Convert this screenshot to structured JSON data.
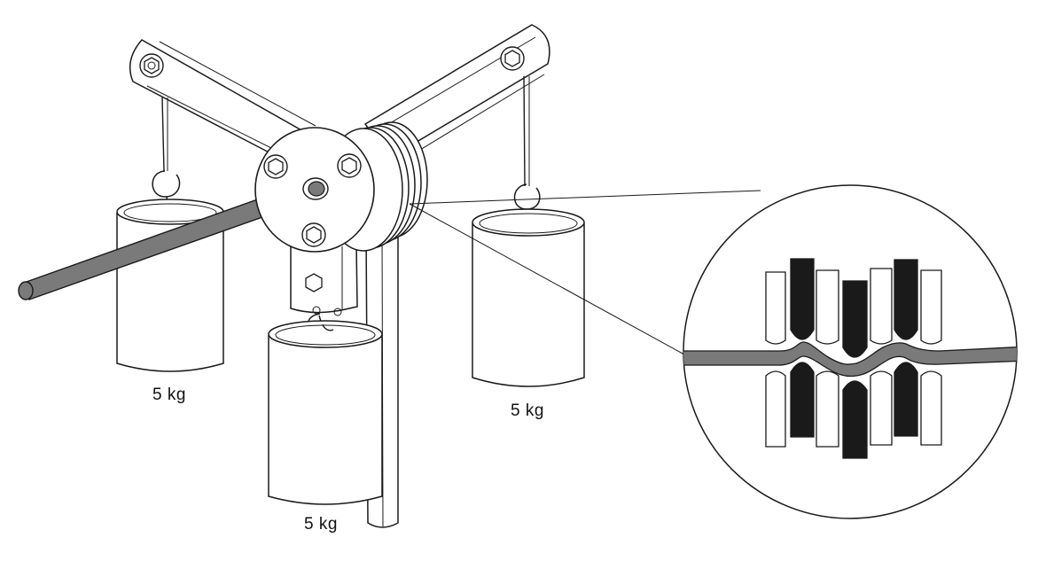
{
  "labels": {
    "left_weight": "5 kg",
    "center_weight": "5 kg",
    "right_weight": "5 kg"
  },
  "colors": {
    "outline": "#1a1a1a",
    "rod": "#7a7a7a",
    "fiber": "#7a7a7a",
    "dark_needle": "#1a1a1a",
    "fill": "#ffffff"
  }
}
